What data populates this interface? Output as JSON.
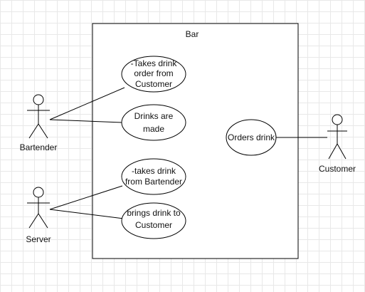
{
  "system": {
    "title": "Bar"
  },
  "actors": [
    {
      "id": "bartender",
      "label": "Bartender"
    },
    {
      "id": "server",
      "label": "Server"
    },
    {
      "id": "customer",
      "label": "Customer"
    }
  ],
  "use_cases": [
    {
      "id": "uc1",
      "lines": [
        "-Takes drink",
        "order from",
        "Customer"
      ]
    },
    {
      "id": "uc2",
      "lines": [
        "Drinks are",
        "made"
      ]
    },
    {
      "id": "uc3",
      "lines": [
        "-takes drink",
        "from Bartender"
      ]
    },
    {
      "id": "uc4",
      "lines": [
        "brings drink to",
        "Customer"
      ]
    },
    {
      "id": "uc5",
      "lines": [
        "Orders drink"
      ]
    }
  ]
}
